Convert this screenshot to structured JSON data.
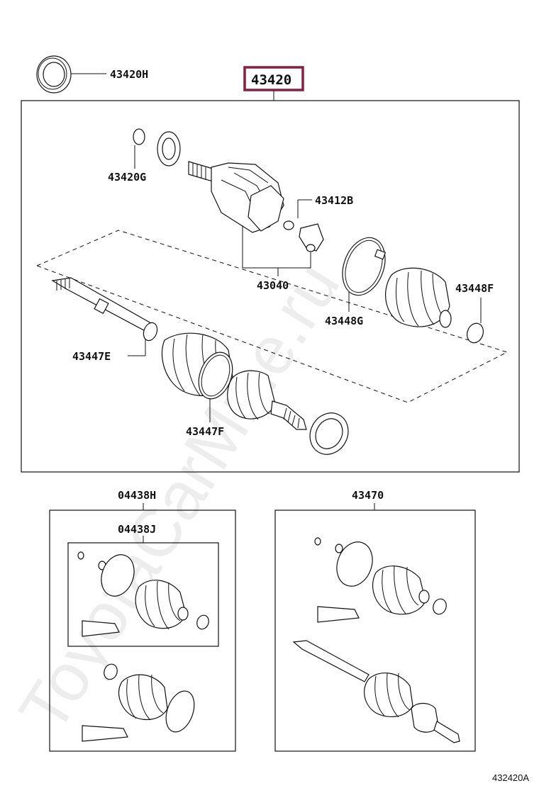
{
  "labels": {
    "p43420H": "43420H",
    "p43420": "43420",
    "p43420G": "43420G",
    "p43412B": "43412B",
    "p43040": "43040",
    "p43448F": "43448F",
    "p43448G": "43448G",
    "p43447E": "43447E",
    "p43447F": "43447F",
    "p04438H": "04438H",
    "p04438J": "04438J",
    "p43470": "43470"
  },
  "figure_code": "432420A",
  "watermark": "ToyotaCarMine.ru",
  "highlight_color": "#8b1e3f"
}
